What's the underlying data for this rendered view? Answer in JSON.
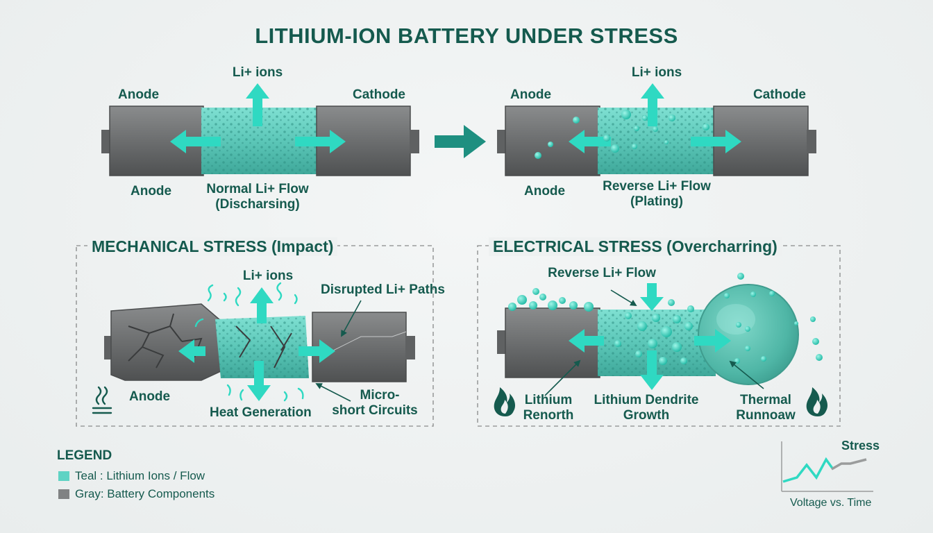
{
  "title": "LITHIUM-ION BATTERY UNDER STRESS",
  "top_left": {
    "anode_top": "Anode",
    "cathode": "Cathode",
    "ions": "Li+ ions",
    "anode_bottom": "Anode",
    "flow_line1": "Normal Li+ Flow",
    "flow_line2": "(Discharsing)"
  },
  "top_right": {
    "anode_top": "Anode",
    "cathode": "Cathode",
    "ions": "Li+ ions",
    "anode_bottom": "Anode",
    "flow_line1": "Reverse Li+ Flow",
    "flow_line2": "(Plating)"
  },
  "mechanical": {
    "title": "MECHANICAL STRESS (Impact)",
    "ions": "Li+ ions",
    "disrupted": "Disrupted Li+ Paths",
    "anode": "Anode",
    "heat": "Heat Generation",
    "micro_line1": "Micro-",
    "micro_line2": "short Circuits"
  },
  "electrical": {
    "title": "ELECTRICAL STRESS (Overcharring)",
    "reverse": "Reverse Li+ Flow",
    "lithium_line1": "Lithium",
    "lithium_line2": "Renorth",
    "dendrite_line1": "Lithium Dendrite",
    "dendrite_line2": "Growth",
    "thermal_line1": "Thermal",
    "thermal_line2": "Runnoaw"
  },
  "legend": {
    "title": "LEGEND",
    "items": [
      {
        "label": "Teal : Lithium Ions / Flow",
        "color": "#5fd3c4"
      },
      {
        "label": "Gray: Battery Components",
        "color": "#808283"
      }
    ]
  },
  "stress_chart": {
    "label": "Stress",
    "caption": "Voltage vs. Time"
  },
  "colors": {
    "teal": "#2fd9c2",
    "dark_teal": "#155a4e",
    "gray": "#6e7071"
  }
}
